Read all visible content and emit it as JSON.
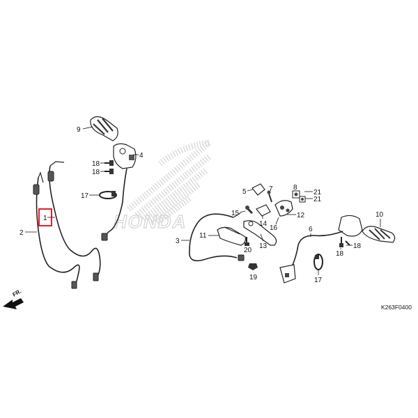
{
  "diagram": {
    "code": "K263F0400",
    "watermark_text": "HONDA",
    "front_marker": "FR.",
    "highlight_color": "#e0202a",
    "callouts": {
      "p1": "1",
      "p2": "2",
      "p3": "3",
      "p4": "4",
      "p5": "5",
      "p6": "6",
      "p7": "7",
      "p8": "8",
      "p9": "9",
      "p10": "10",
      "p11": "11",
      "p12": "12",
      "p13": "13",
      "p14": "14",
      "p15": "15",
      "p16": "16",
      "p17a": "17",
      "p17b": "17",
      "p18a": "18",
      "p18b": "18",
      "p18c": "18",
      "p18d": "18",
      "p19": "19",
      "p20": "20",
      "p21a": "21",
      "p21b": "21"
    }
  }
}
